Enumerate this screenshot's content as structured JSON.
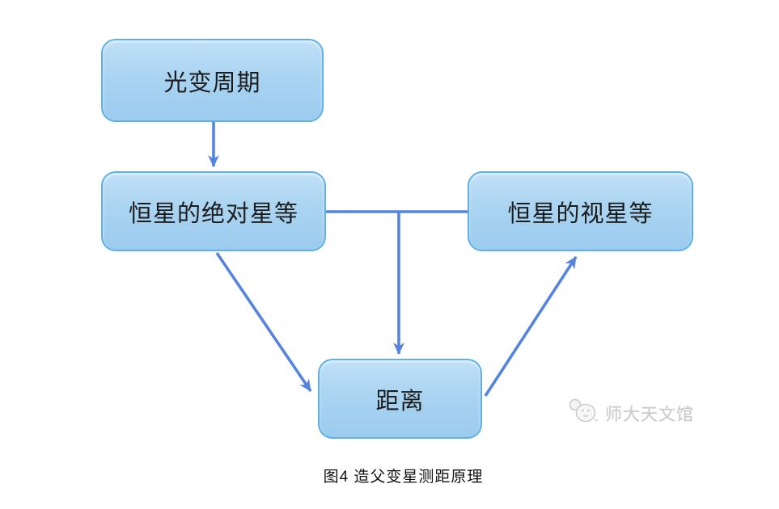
{
  "diagram": {
    "title": "Cepheid variable distance-measurement flowchart",
    "nodes": [
      {
        "id": "period",
        "label": "光变周期"
      },
      {
        "id": "absolute",
        "label": "恒星的绝对星等"
      },
      {
        "id": "apparent",
        "label": "恒星的视星等"
      },
      {
        "id": "distance",
        "label": "距离"
      }
    ],
    "edges": [
      {
        "from": "period",
        "to": "absolute",
        "arrow": true,
        "shape": "vertical"
      },
      {
        "from": "absolute",
        "to": "apparent",
        "arrow": false,
        "shape": "horizontal-link"
      },
      {
        "from": "absolute-apparent-link",
        "to": "distance",
        "arrow": true,
        "shape": "vertical"
      },
      {
        "from": "absolute",
        "to": "distance",
        "arrow": true,
        "shape": "diagonal"
      },
      {
        "from": "distance",
        "to": "apparent",
        "arrow": true,
        "shape": "diagonal"
      }
    ],
    "caption": "图4 造父变星测距原理",
    "watermark": {
      "logo": "planetarium-mascot-logo",
      "text": "师大天文馆"
    },
    "colors": {
      "box_fill_top": "#c0e0f7",
      "box_fill_bottom": "#9bcbee",
      "box_border": "#5db1e9",
      "arrow": "#5584e0",
      "node_text": "#1c1c1c",
      "caption_text": "#111111",
      "watermark_text": "#c9c9c9",
      "background": "#ffffff"
    }
  }
}
